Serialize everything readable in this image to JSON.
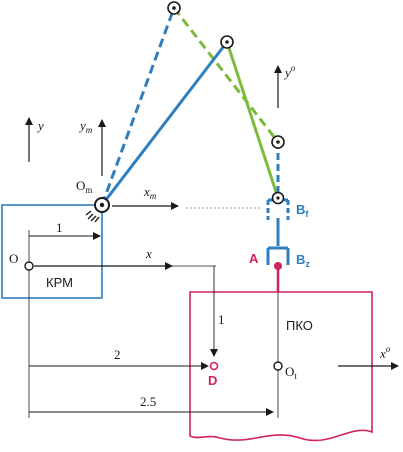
{
  "labels": {
    "y": "y",
    "y_m_main": "y",
    "y_m_sub": "m",
    "O_m_main": "O",
    "O_m_sub": "m",
    "x_m_main": "x",
    "x_m_sub": "m",
    "y_o_main": "y",
    "y_o_sup": "o",
    "x": "x",
    "O": "O",
    "KPM": "КРМ",
    "PKO": "ПКО",
    "A": "A",
    "B_f_main": "B",
    "B_f_sub": "f",
    "B_z_main": "B",
    "B_z_sub": "z",
    "D": "D",
    "O_t_main": "O",
    "O_t_sub": "t",
    "x_o_main": "x",
    "x_o_sup": "o",
    "dim_1a": "1",
    "dim_1b": "1",
    "dim_2": "2",
    "dim_25": "2.5"
  },
  "colors": {
    "blue": "#2f7fc0",
    "green": "#7dbb3c",
    "red": "#d0245a",
    "dark": "#1a1a1a",
    "gray": "#8a8a8a"
  }
}
